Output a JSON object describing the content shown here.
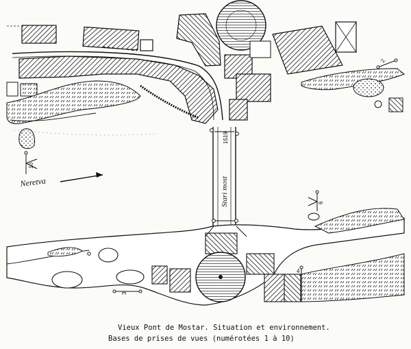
{
  "labels": {
    "river": "Neretva",
    "bridge_name": "Stari most",
    "bridge_date": "1519",
    "station_numbers": [
      "2",
      "3",
      "4",
      "6",
      "10"
    ]
  },
  "caption": {
    "line1": "Vieux Pont de Mostar. Situation et environnement.",
    "line2": "Bases de prises de vues (numérotées 1 à 10)"
  }
}
